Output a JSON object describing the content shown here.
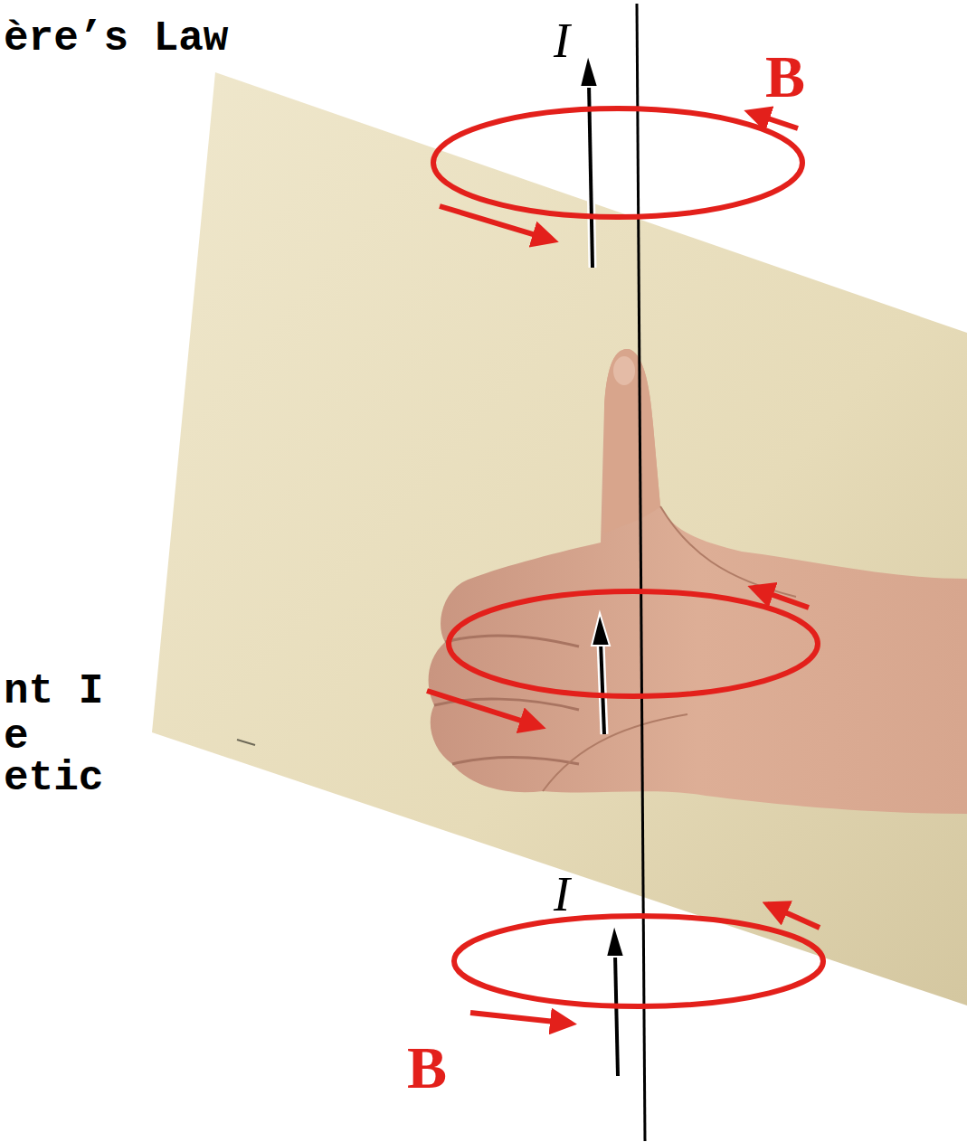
{
  "diagram": {
    "title": "ère’s Law",
    "labels": [
      "nt I",
      "e",
      "etic",
      "I",
      "B",
      "I",
      "B"
    ]
  }
}
